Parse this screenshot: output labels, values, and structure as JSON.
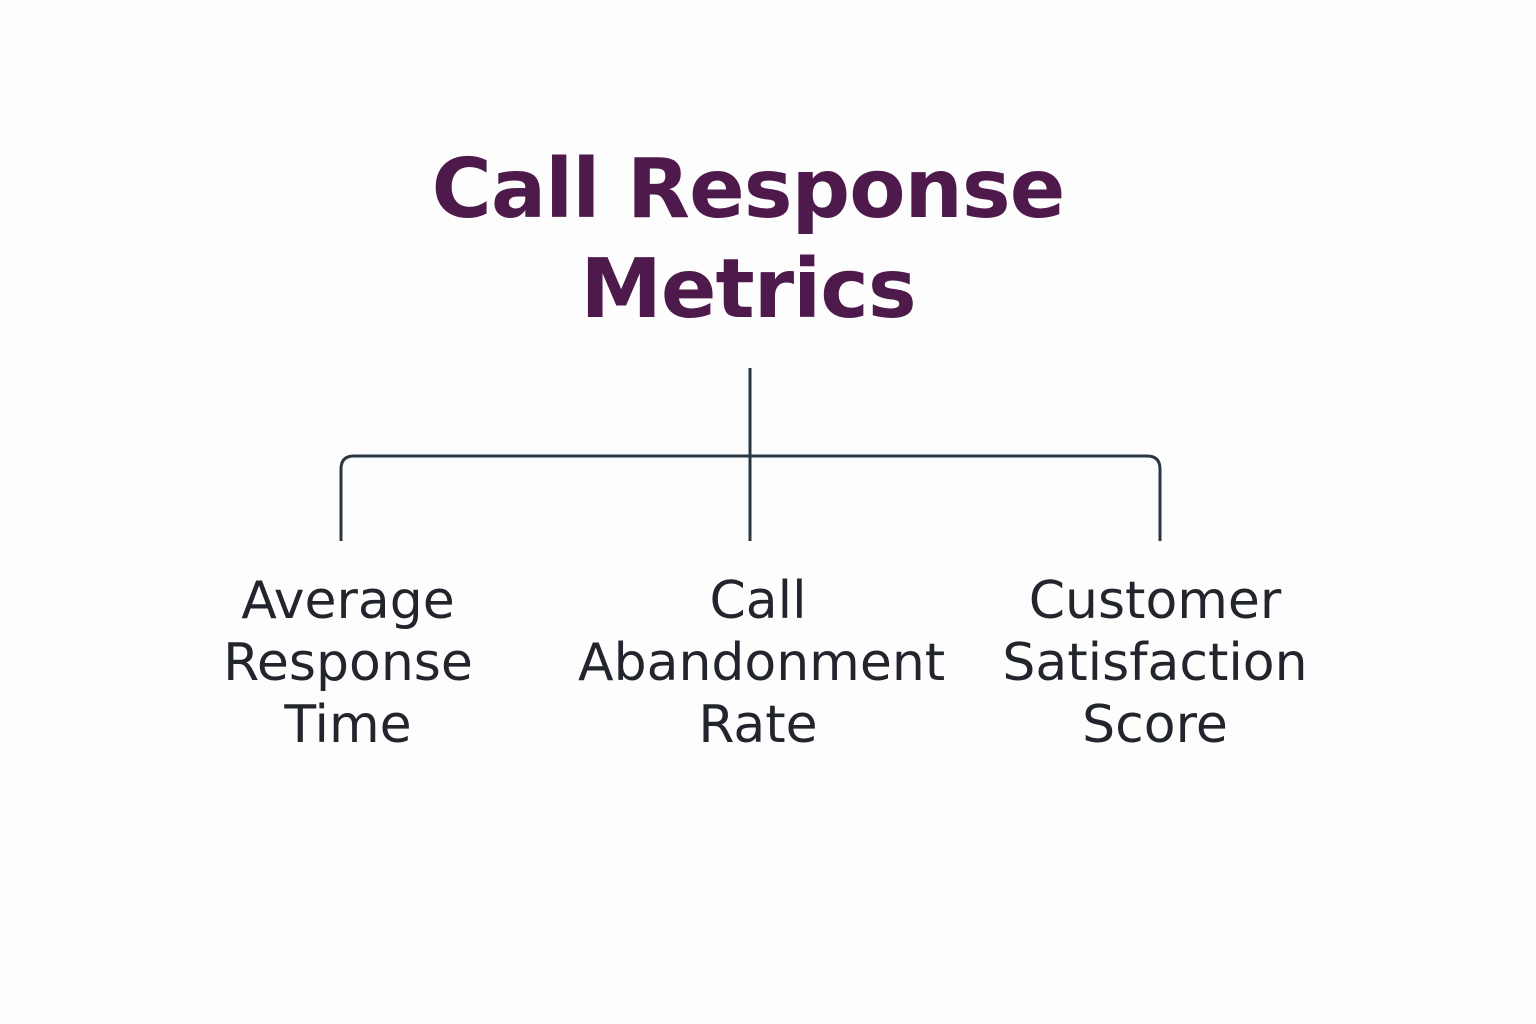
{
  "diagram": {
    "title_lines": [
      "Call Response",
      "Metrics"
    ],
    "children": [
      {
        "lines": [
          "Average",
          "Response",
          "Time"
        ]
      },
      {
        "lines": [
          "Call",
          "Abandonment",
          "Rate"
        ]
      },
      {
        "lines": [
          "Customer",
          "Satisfaction",
          "Score"
        ]
      }
    ],
    "colors": {
      "title": "#4e1a4b",
      "text": "#22252b",
      "connector": "#2c3640",
      "background": "#fdfdfd"
    }
  }
}
